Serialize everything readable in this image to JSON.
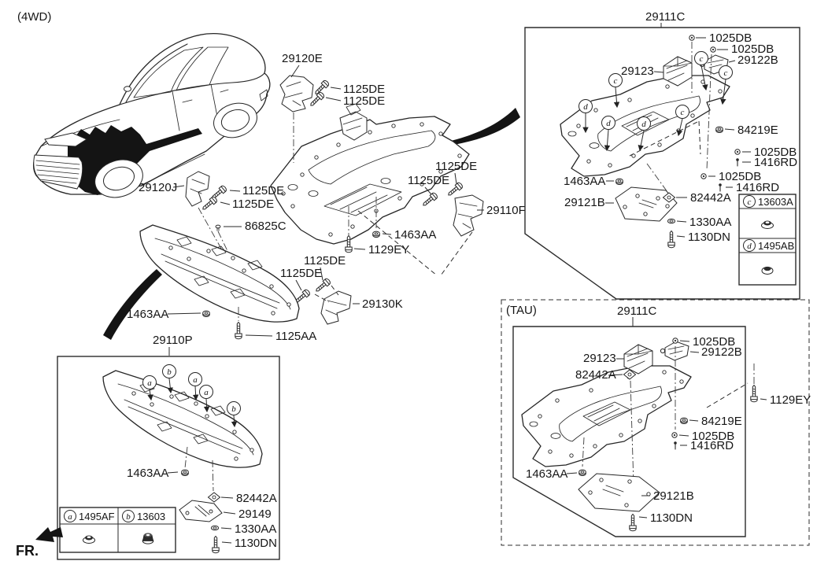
{
  "page": {
    "variant": "(4WD)",
    "tau": "(TAU)",
    "fr": "FR."
  },
  "parts": {
    "29120E": "29120E",
    "29120J": "29120J",
    "29110F": "29110F",
    "29110P": "29110P",
    "29111C": "29111C",
    "29121B": "29121B",
    "29122B": "29122B",
    "29123": "29123",
    "29130K": "29130K",
    "29149": "29149",
    "1125DE": "1125DE",
    "1125AA": "1125AA",
    "1129EY": "1129EY",
    "1130DN": "1130DN",
    "1330AA": "1330AA",
    "1416RD": "1416RD",
    "1463AA": "1463AA",
    "1025DB": "1025DB",
    "82442A": "82442A",
    "84219E": "84219E",
    "86825C": "86825C"
  },
  "markers": {
    "a": "a",
    "b": "b",
    "c": "c",
    "d": "d"
  },
  "legend": {
    "front": {
      "a": "1495AF",
      "b": "13603"
    },
    "rear": {
      "c": "13603A",
      "d": "1495AB"
    }
  }
}
